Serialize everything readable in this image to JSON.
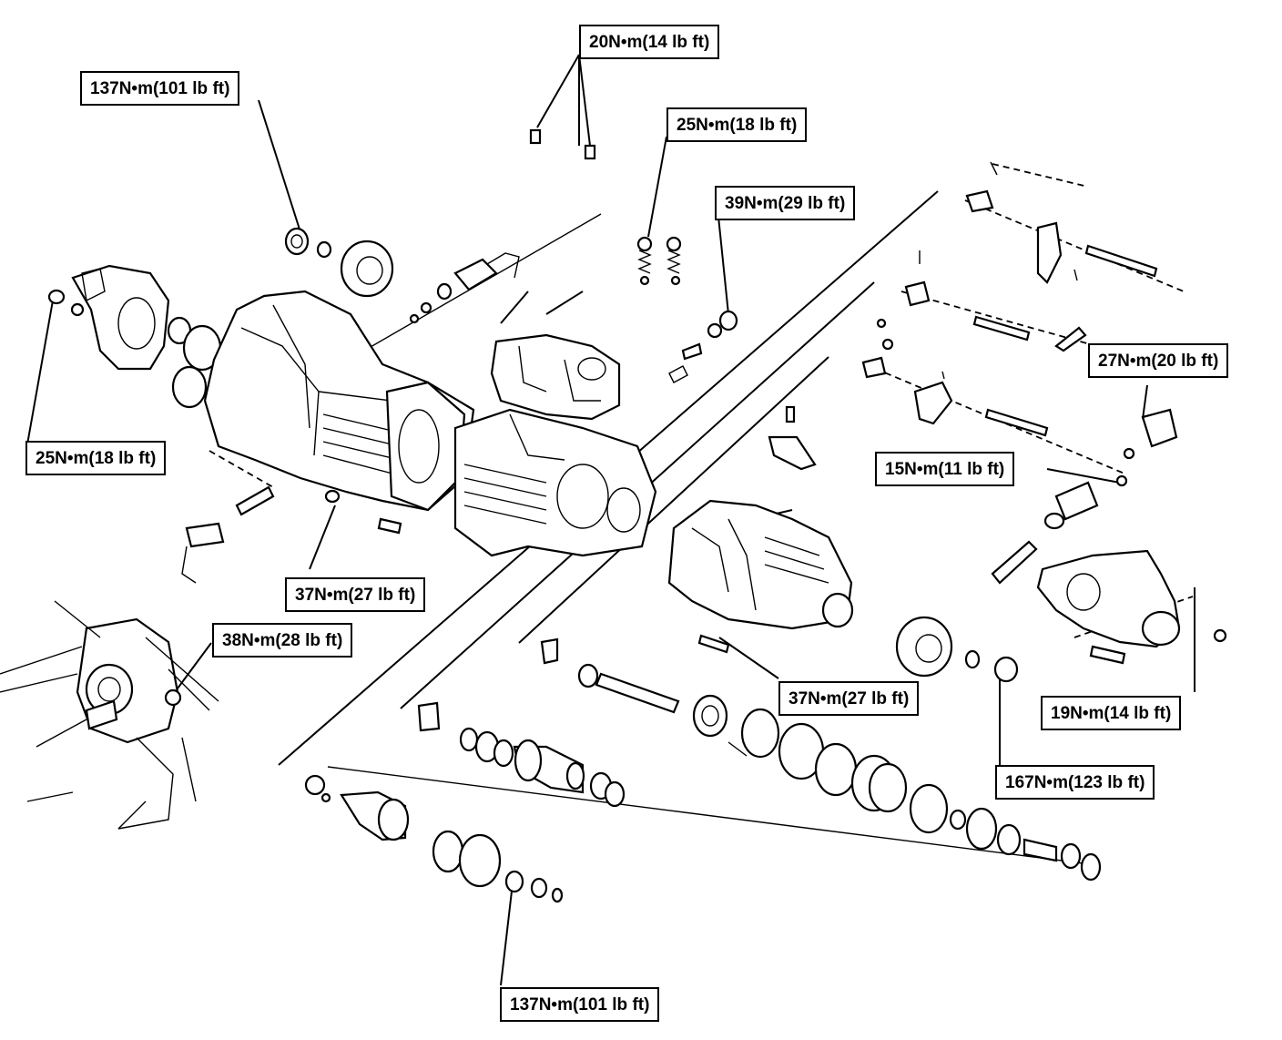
{
  "torque_labels": [
    {
      "id": "t20a",
      "text": "20N•m(14 lb ft)"
    },
    {
      "id": "t137a",
      "text": "137N•m(101 lb ft)"
    },
    {
      "id": "t25a",
      "text": "25N•m(18 lb ft)"
    },
    {
      "id": "t39",
      "text": "39N•m(29 lb ft)"
    },
    {
      "id": "t27a",
      "text": "27N•m(20 lb ft)"
    },
    {
      "id": "t25b",
      "text": "25N•m(18 lb ft)"
    },
    {
      "id": "t15",
      "text": "15N•m(11 lb ft)"
    },
    {
      "id": "t37a",
      "text": "37N•m(27 lb ft)"
    },
    {
      "id": "t38",
      "text": "38N•m(28 lb ft)"
    },
    {
      "id": "t37b",
      "text": "37N•m(27 lb ft)"
    },
    {
      "id": "t19",
      "text": "19N•m(14 lb ft)"
    },
    {
      "id": "t167",
      "text": "167N•m(123 lb ft)"
    },
    {
      "id": "t137b",
      "text": "137N•m(101 lb ft)"
    }
  ]
}
